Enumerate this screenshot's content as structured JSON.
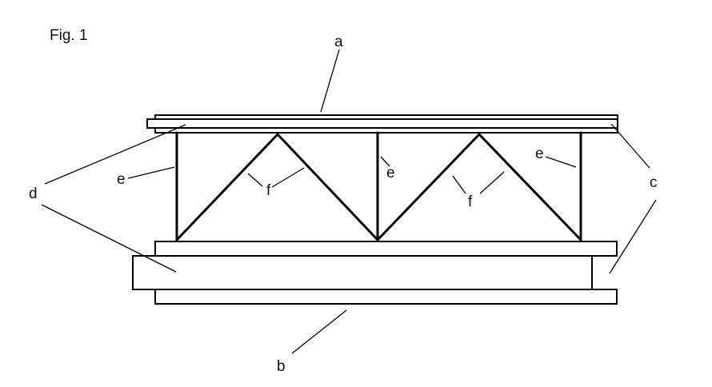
{
  "figure": {
    "title": "Fig. 1",
    "labels": {
      "a": "a",
      "b": "b",
      "c": "c",
      "d": "d",
      "e": "e",
      "f": "f"
    }
  }
}
